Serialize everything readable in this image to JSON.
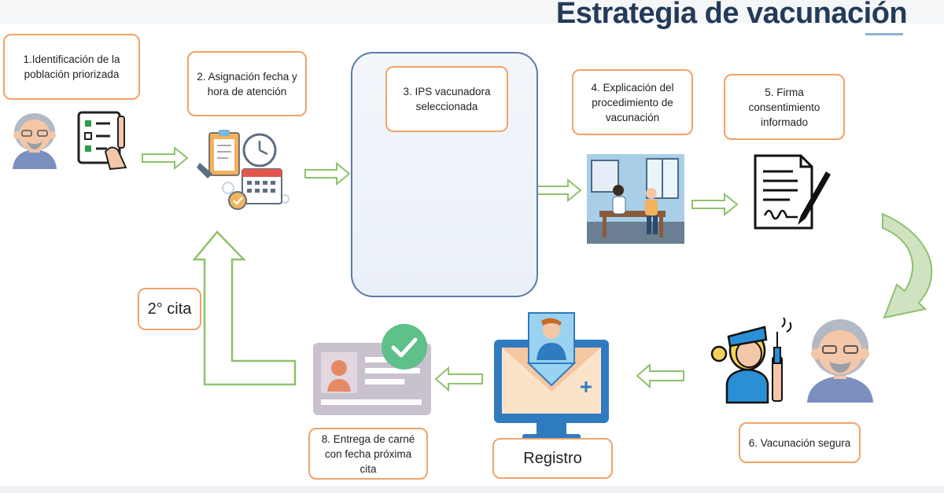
{
  "title": "Estrategia de vacunación",
  "steps": {
    "s1": "1.Identificación de la población priorizada",
    "s2": "2. Asignación fecha y hora de atención",
    "s3": "3. IPS vacunadora seleccionada",
    "s4": "4. Explicación del procedimiento de vacunación",
    "s5": "5. Firma consentimiento informado",
    "s6": "6. Vacunación segura",
    "s7": "Registro",
    "s8": "8. Entrega de carné con fecha próxima cita"
  },
  "second_appointment": "2° cita",
  "colors": {
    "box_border": "#f0a36b",
    "arrow_green": "#8ec26b",
    "title": "#243a59",
    "panel_border": "#5d7aa8"
  },
  "icons": [
    "elderly-person-icon",
    "checklist-icon",
    "calendar-clock-icon",
    "masked-elderly-icon",
    "hospital-icon",
    "mask-badge-icon",
    "doctor-consultation-icon",
    "signed-document-icon",
    "vaccinator-icon",
    "computer-registry-icon",
    "id-card-icon",
    "check-badge-icon"
  ]
}
